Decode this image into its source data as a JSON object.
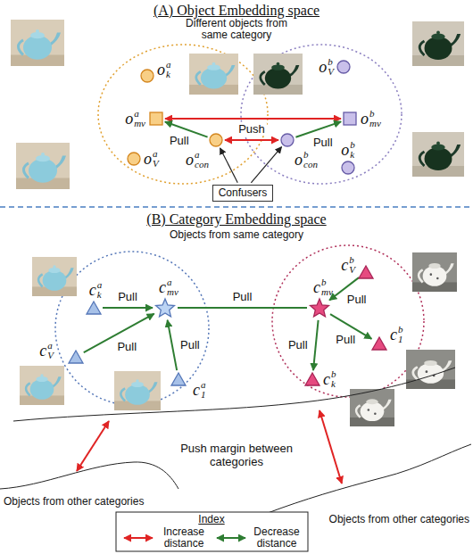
{
  "diagram": {
    "nodes": [
      {
        "text": [
          "o",
          "a",
          "k"
        ]
      },
      {
        "text": [
          "o",
          "b",
          "V"
        ]
      },
      {
        "text": [
          "o",
          "a",
          "mv"
        ]
      },
      {
        "text": [
          "o",
          "b",
          "mv"
        ]
      },
      {
        "text": [
          "o",
          "a",
          "con"
        ]
      },
      {
        "text": [
          "o",
          "b",
          "con"
        ]
      },
      {
        "text": [
          "o",
          "a",
          "V"
        ]
      },
      {
        "text": [
          "o",
          "b",
          "k"
        ]
      },
      {
        "text": [
          "Confusers"
        ]
      },
      {
        "text": [
          "c",
          "a",
          "k"
        ]
      },
      {
        "text": [
          "c",
          "a",
          "mv"
        ]
      },
      {
        "text": [
          "c",
          "b",
          "mv"
        ]
      },
      {
        "text": [
          "c",
          "b",
          "V"
        ]
      },
      {
        "text": [
          "c",
          "a",
          "V"
        ]
      },
      {
        "text": [
          "c",
          "b",
          "1"
        ]
      },
      {
        "text": [
          "c",
          "a",
          "1"
        ]
      },
      {
        "text": [
          "c",
          "b",
          "k"
        ]
      }
    ],
    "edges": [
      {
        "from": 2,
        "to": 3,
        "arrow": "both"
      },
      {
        "from": 4,
        "to": 2,
        "label": "Pull",
        "arrow": "to"
      },
      {
        "from": 5,
        "to": 3,
        "label": "Pull",
        "arrow": "to"
      },
      {
        "from": 4,
        "to": 5,
        "label": "Push",
        "arrow": "both"
      },
      {
        "from": 8,
        "to": 4,
        "arrow": "to"
      },
      {
        "from": 8,
        "to": 5,
        "arrow": "to"
      },
      {
        "from": 9,
        "to": 10,
        "label": "Pull",
        "arrow": "to"
      },
      {
        "from": 13,
        "to": 10,
        "label": "Pull",
        "arrow": "to"
      },
      {
        "from": 15,
        "to": 10,
        "label": "Pull",
        "arrow": "to"
      },
      {
        "from": 10,
        "to": 11,
        "label": "Pull",
        "arrow": "none"
      },
      {
        "from": 12,
        "to": 11,
        "label": "Pull",
        "arrow": "to"
      },
      {
        "from": 11,
        "to": 14,
        "label": "Pull",
        "arrow": "to"
      },
      {
        "from": 11,
        "to": 16,
        "label": "Pull",
        "arrow": "to"
      }
    ],
    "labels": [
      "(A) Object Embedding space",
      "Different objects from same category",
      "(B) Category Embedding space",
      "Objects from same category",
      "Push margin between categories",
      "Objects from other categories",
      "Objects from other categories",
      "Index"
    ],
    "legend": [
      {
        "text": "Increase distance"
      },
      {
        "text": "Decrease distance"
      }
    ]
  }
}
